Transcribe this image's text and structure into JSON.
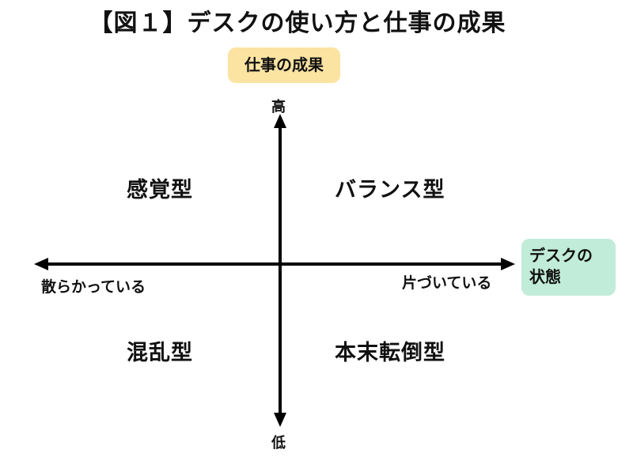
{
  "title": "【図１】デスクの使い方と仕事の成果",
  "y_axis": {
    "label": "仕事の成果",
    "high": "高",
    "low": "低",
    "label_color": "#fbe3a2"
  },
  "x_axis": {
    "label": "デスクの状態",
    "label_line1": "デスクの",
    "label_line2": "状態",
    "left": "散らかっている",
    "right": "片づいている",
    "label_color": "#c1ecd9"
  },
  "quadrants": {
    "top_left": "感覚型",
    "top_right": "バランス型",
    "bottom_left": "混乱型",
    "bottom_right": "本末転倒型"
  }
}
